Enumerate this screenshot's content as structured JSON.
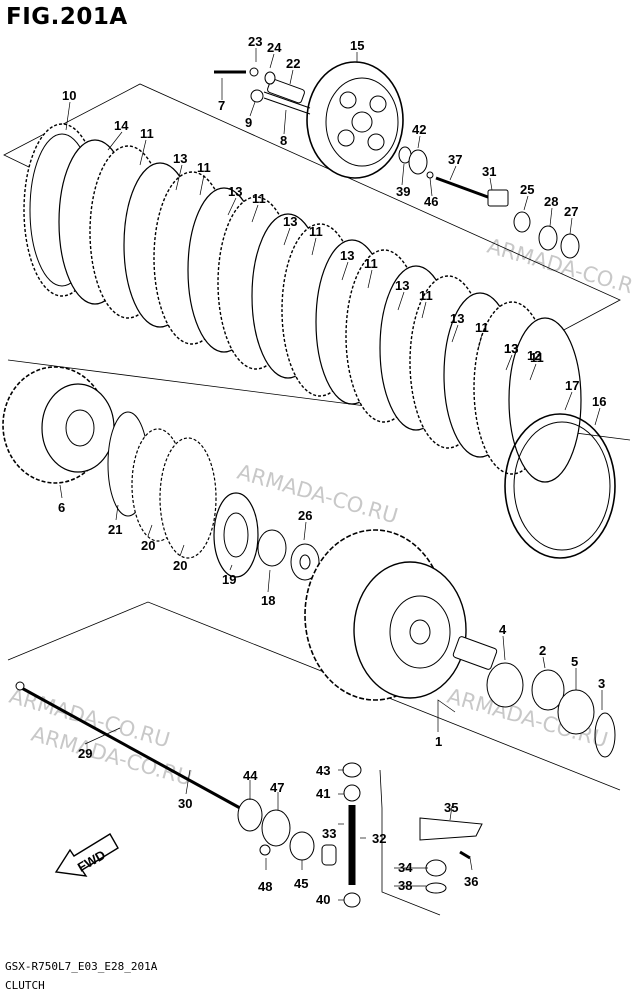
{
  "title": "FIG.201A",
  "code": "GSX-R750L7_E03_E28_201A",
  "caption": "CLUTCH",
  "watermark": "ARMADA-CO.RU",
  "fwd_label": "FWD",
  "callouts": [
    "1",
    "2",
    "3",
    "4",
    "5",
    "6",
    "7",
    "8",
    "9",
    "10",
    "11",
    "11",
    "11",
    "11",
    "11",
    "11",
    "11",
    "11",
    "12",
    "13",
    "13",
    "13",
    "13",
    "13",
    "13",
    "13",
    "13",
    "14",
    "15",
    "16",
    "17",
    "18",
    "19",
    "20",
    "20",
    "21",
    "22",
    "23",
    "24",
    "25",
    "26",
    "27",
    "28",
    "29",
    "30",
    "31",
    "32",
    "33",
    "34",
    "35",
    "36",
    "37",
    "38",
    "39",
    "40",
    "41",
    "42",
    "43",
    "44",
    "45",
    "46",
    "47",
    "48"
  ]
}
